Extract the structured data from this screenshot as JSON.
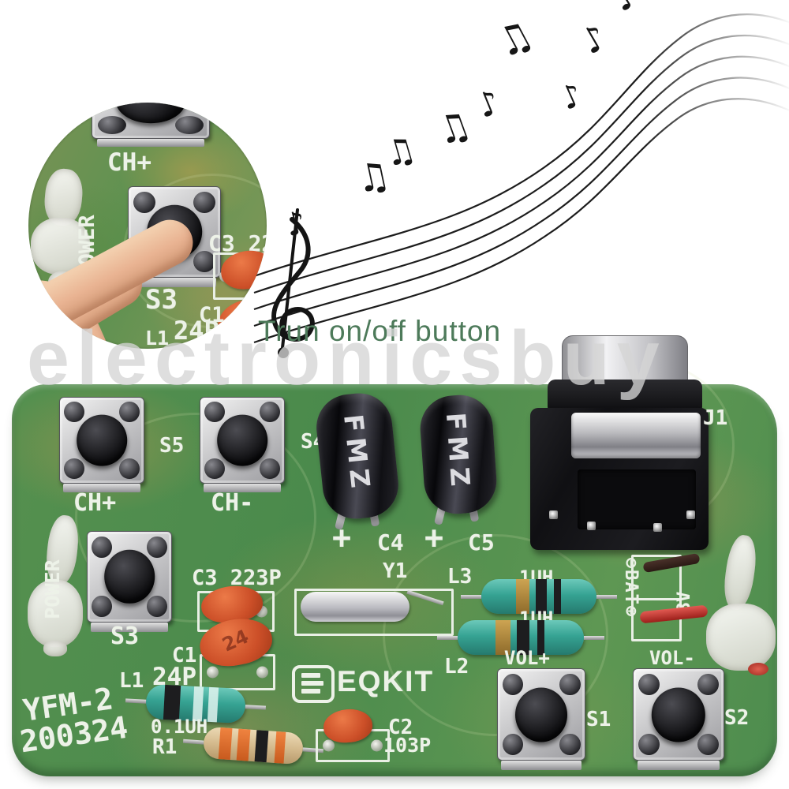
{
  "watermark": "electronicsbuy",
  "annotation": {
    "text": "Trun on/off button"
  },
  "inset": {
    "ch_plus": "CH+",
    "s3": "S3",
    "power": "POWER",
    "c3_partial": "C3 22",
    "c1": "C1",
    "l1": "L1",
    "c1_value": "24P"
  },
  "board": {
    "model": "YFM-2",
    "date_code": "200324",
    "brand": "EQKIT",
    "labels": {
      "s5": "S5",
      "s4": "S4",
      "s3": "S3",
      "s1": "S1",
      "s2": "S2",
      "ch_plus": "CH+",
      "ch_minus": "CH-",
      "power": "POWER",
      "vol_plus": "VOL+",
      "vol_minus": "VOL-",
      "plus": "+",
      "c4": "C4",
      "c5": "C5",
      "j1": "J1",
      "y1": "Y1",
      "l3": "L3",
      "l2": "L2",
      "l1": "L1",
      "l3_value": "1UH",
      "l2_value": "1UH",
      "l1_value": "0.1UH",
      "c3": "C3 223P",
      "c1": "C1",
      "c1_value": "24P",
      "c2": "C2",
      "c2_value": "103P",
      "r1": "R1",
      "bat_column": "⊖BAT⊕",
      "bat_voltage": "3V",
      "cap_marking": "FMZ",
      "c1_cap_marking": "24"
    }
  },
  "decor": {
    "note_glyphs": [
      "♪",
      "♫"
    ]
  },
  "colors": {
    "pcb_green": "#4c8c50",
    "pcb_olive": "#96994f",
    "silkscreen": "#edf2e8",
    "cap_orange": "#cf5530",
    "inductor_teal": "#3fae9e",
    "annotation_green": "#4d7a5a",
    "watermark_gray": "#d5d5d5",
    "wire_red": "#c03a32",
    "button_black": "#17171a"
  }
}
